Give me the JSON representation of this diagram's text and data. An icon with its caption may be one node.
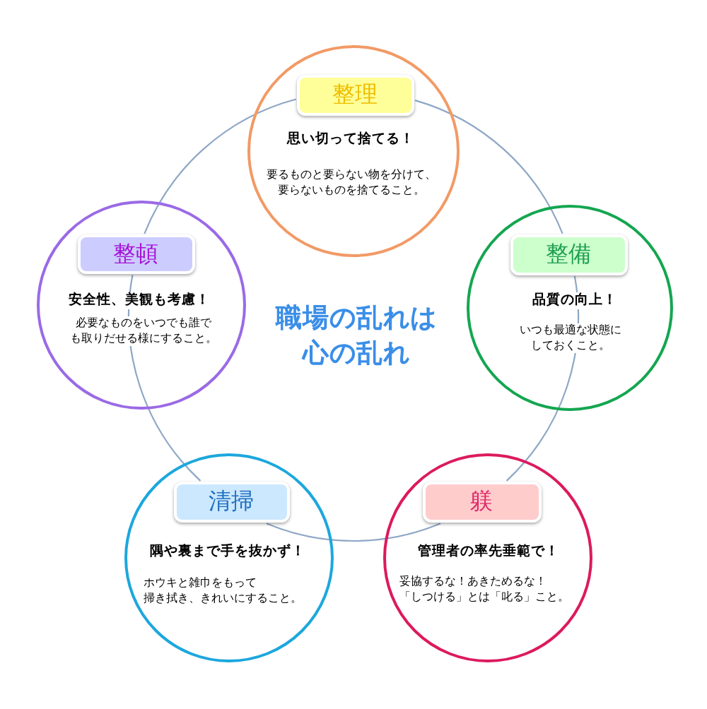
{
  "diagram": {
    "nodes": [
      {
        "text": [
          "思い切って捨てる！",
          "要るものと要らない物を分けて、要らないものを捨てること。"
        ]
      },
      {
        "text": [
          "整理"
        ],
        "in": 0
      },
      {
        "text": [
          "安全性、美観も考慮！",
          "必要なものをいつでも誰でも取りだせる様にすること。"
        ]
      },
      {
        "text": [
          "整頓"
        ],
        "in": 2
      },
      {
        "text": [
          "品質の向上！",
          "いつも最適な状態にしておくこと。"
        ]
      },
      {
        "text": [
          "整備"
        ],
        "in": 4
      },
      {
        "text": [
          "隅や裏まで手を抜かず！",
          "ホウキと雑巾をもって掃き拭き、きれいにすること。"
        ]
      },
      {
        "text": [
          "清掃"
        ],
        "in": 6
      },
      {
        "text": [
          "管理者の率先垂範で！",
          "妥協するな！あきためるな！「しつける」とは「叱る」こと。"
        ]
      },
      {
        "text": [
          "躾"
        ],
        "in": 8
      }
    ],
    "edges": [
      {
        "from": 1,
        "to": 5,
        "arrow": "none"
      },
      {
        "from": 5,
        "to": 9,
        "arrow": "none"
      },
      {
        "from": 9,
        "to": 7,
        "arrow": "none"
      },
      {
        "from": 7,
        "to": 3,
        "arrow": "none"
      },
      {
        "from": 3,
        "to": 1,
        "arrow": "none"
      }
    ],
    "labels": [
      "職場の乱れは心の乱れ"
    ]
  }
}
